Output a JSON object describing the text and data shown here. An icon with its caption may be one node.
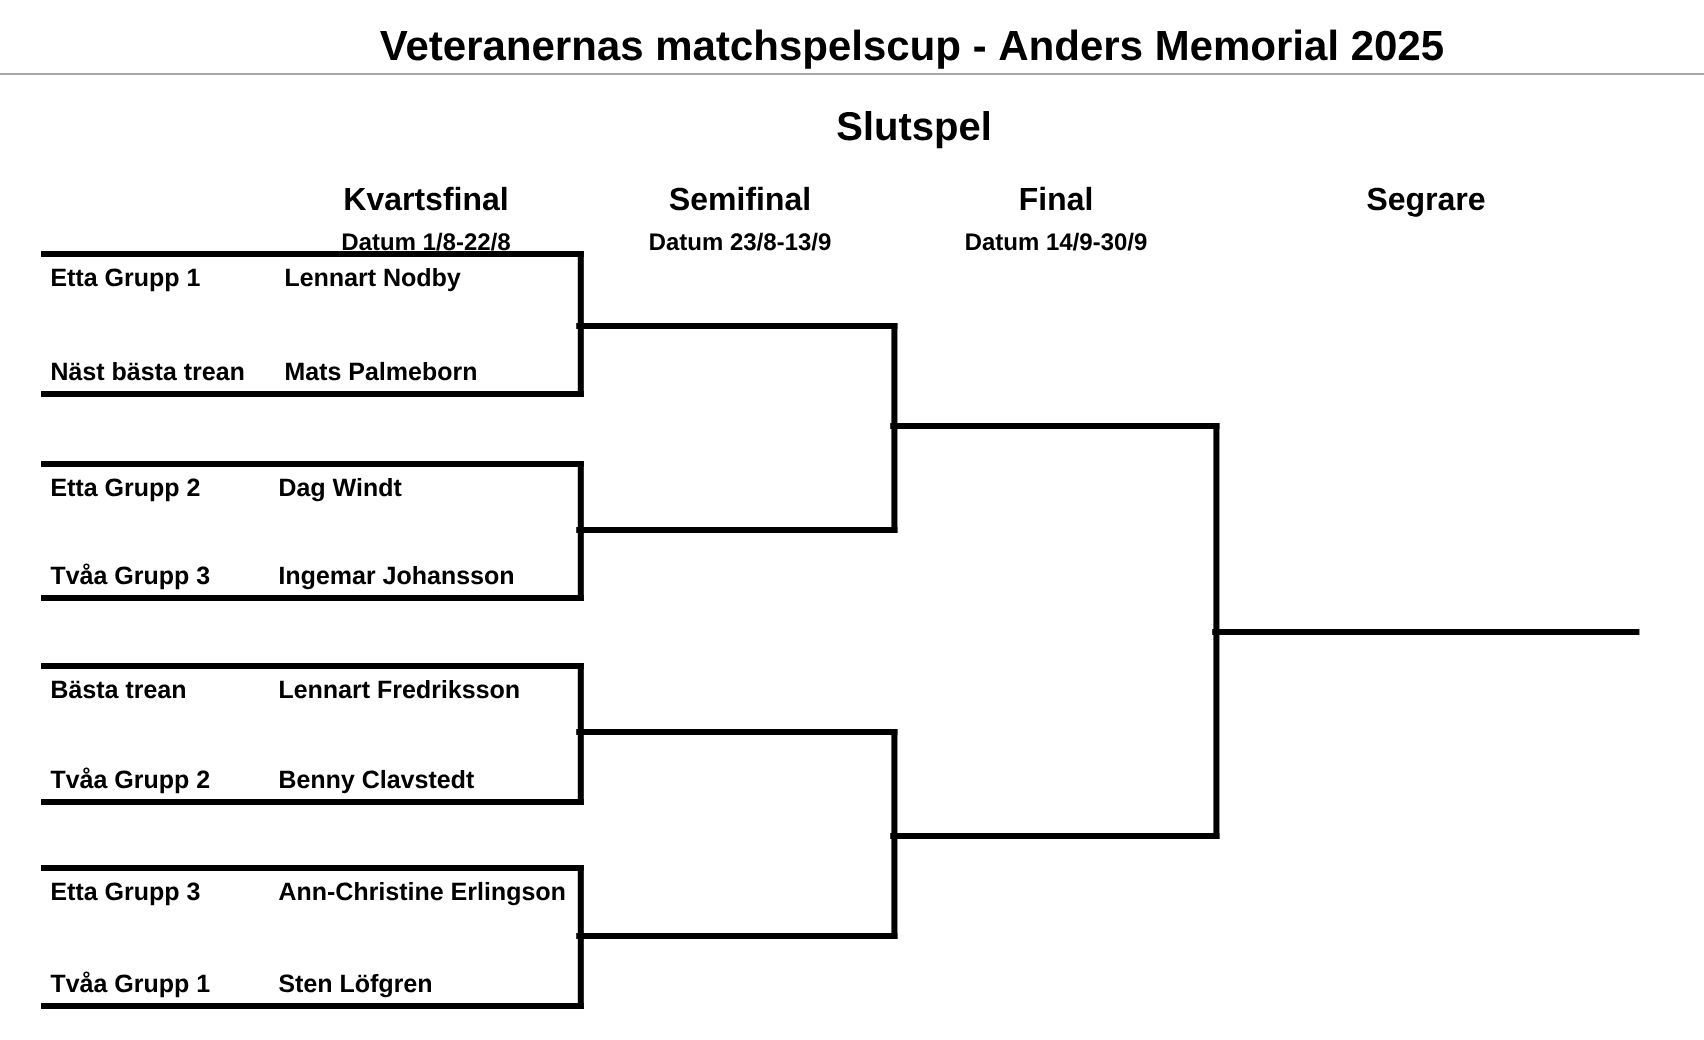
{
  "diagram": {
    "title": "Veteranernas matchspelscup - Anders Memorial 2025",
    "nodes": [
      {
        "text": [
          "Etta Grupp 1",
          "Lennart Nodby"
        ]
      },
      {
        "text": [
          "Näst bästa trean",
          "Mats Palmeborn"
        ]
      },
      {
        "text": [
          "Etta Grupp 2",
          "Dag Windt"
        ]
      },
      {
        "text": [
          "Tvåa Grupp 3",
          "Ingemar Johansson"
        ]
      },
      {
        "text": [
          "Bästa trean",
          "Lennart Fredriksson"
        ]
      },
      {
        "text": [
          "Tvåa Grupp 2",
          "Benny Clavstedt"
        ]
      },
      {
        "text": [
          "Etta Grupp 3",
          "Ann-Christine Erlingson"
        ]
      },
      {
        "text": [
          "Tvåa Grupp 1",
          "Sten Löfgren"
        ]
      },
      {
        "text": [],
        "shape": "line"
      },
      {
        "text": [],
        "shape": "line"
      },
      {
        "text": [],
        "shape": "line"
      },
      {
        "text": [],
        "shape": "line"
      },
      {
        "text": [],
        "shape": "line"
      },
      {
        "text": [],
        "shape": "line"
      },
      {
        "text": [],
        "shape": "line"
      }
    ],
    "edges": [
      {
        "from": 0,
        "to": 8,
        "arrow": "none"
      },
      {
        "from": 1,
        "to": 8,
        "arrow": "none"
      },
      {
        "from": 2,
        "to": 9,
        "arrow": "none"
      },
      {
        "from": 3,
        "to": 9,
        "arrow": "none"
      },
      {
        "from": 4,
        "to": 10,
        "arrow": "none"
      },
      {
        "from": 5,
        "to": 10,
        "arrow": "none"
      },
      {
        "from": 6,
        "to": 11,
        "arrow": "none"
      },
      {
        "from": 7,
        "to": 11,
        "arrow": "none"
      },
      {
        "from": 8,
        "to": 12,
        "arrow": "none"
      },
      {
        "from": 9,
        "to": 12,
        "arrow": "none"
      },
      {
        "from": 10,
        "to": 13,
        "arrow": "none"
      },
      {
        "from": 11,
        "to": 13,
        "arrow": "none"
      },
      {
        "from": 12,
        "to": 14,
        "arrow": "none"
      },
      {
        "from": 13,
        "to": 14,
        "arrow": "none"
      }
    ],
    "labels": [
      "Slutspel",
      "Kvartsfinal",
      "Semifinal",
      "Final",
      "Segrare",
      "Datum 1/8-22/8",
      "Datum 23/8-13/9",
      "Datum 14/9-30/9"
    ]
  }
}
